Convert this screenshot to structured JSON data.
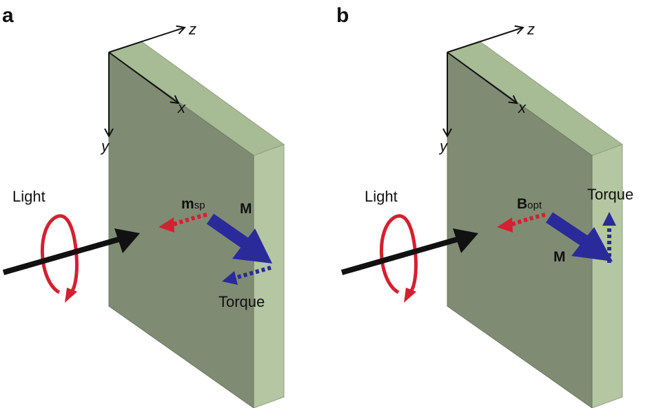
{
  "colors": {
    "slab_front": "#7f8c73",
    "slab_top": "#a7bb95",
    "slab_side": "#b4c6a2",
    "light_arrow": "#111111",
    "rotation": "#d42030",
    "red_dotted": "#d42030",
    "magnetization": "#2a2a9a",
    "torque": "#2a2a9a"
  },
  "icons": {
    "light": "black-arrow",
    "polarization": "circular-arrow",
    "magnetization": "thick-arrow",
    "torque": "dotted-arrow"
  },
  "panels": [
    {
      "letter": "a",
      "axes": {
        "x": "x",
        "y": "y",
        "z": "z"
      },
      "light_label": "Light",
      "field_symbol": "m",
      "field_subscript": "sp",
      "magnetization_label": "M",
      "torque_label": "Torque"
    },
    {
      "letter": "b",
      "axes": {
        "x": "x",
        "y": "y",
        "z": "z"
      },
      "light_label": "Light",
      "field_symbol": "B",
      "field_subscript": "opt",
      "magnetization_label": "M",
      "torque_label": "Torque"
    }
  ]
}
